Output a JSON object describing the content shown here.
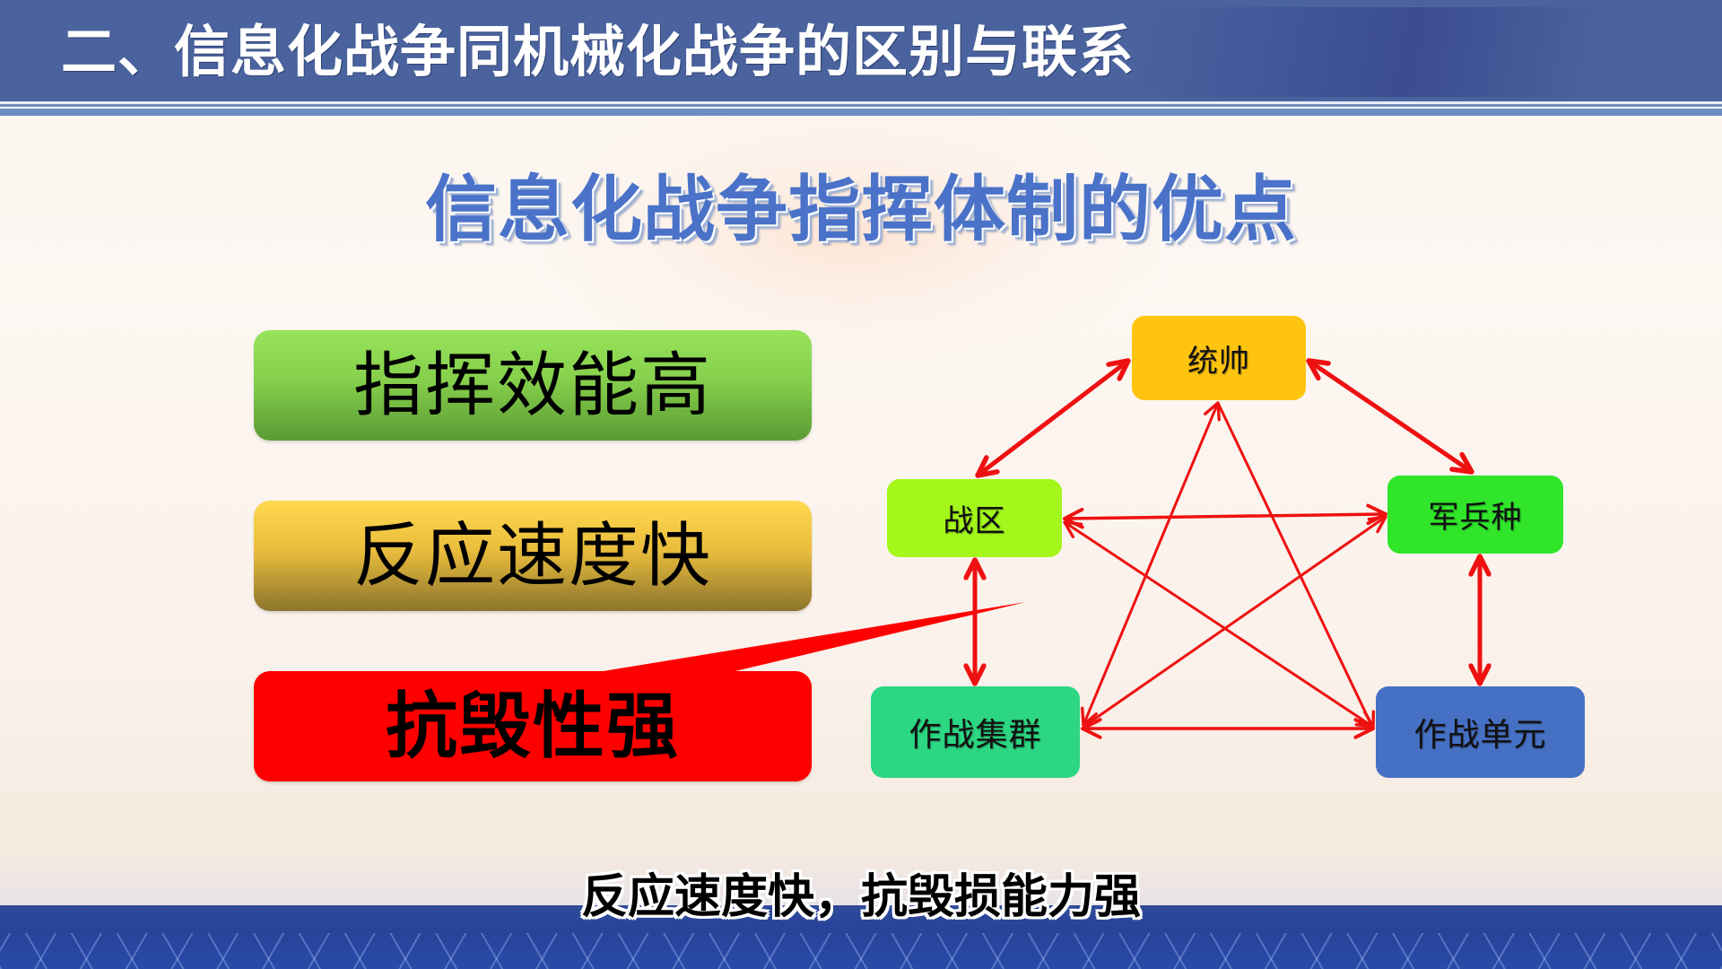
{
  "header": {
    "title": "二、信息化战争同机械化战争的区别与联系",
    "band_color": "#4a639e"
  },
  "subtitle": "信息化战争指挥体制的优点",
  "features": [
    {
      "label": "指挥效能高",
      "color": "#86d04c"
    },
    {
      "label": "反应速度快",
      "color": "#e9bd3c"
    },
    {
      "label": "抗毁性强",
      "color": "#ff0000",
      "highlighted": true
    }
  ],
  "diagram": {
    "nodes": [
      {
        "id": "commander",
        "label": "统帅",
        "color": "#ffc40f"
      },
      {
        "id": "theater",
        "label": "战区",
        "color": "#a3f71b"
      },
      {
        "id": "services",
        "label": "军兵种",
        "color": "#30e52a"
      },
      {
        "id": "group",
        "label": "作战集群",
        "color": "#2cd682"
      },
      {
        "id": "unit",
        "label": "作战单元",
        "color": "#4670c4"
      }
    ],
    "edges": [
      {
        "from": "commander",
        "to": "theater",
        "bidirectional": true
      },
      {
        "from": "commander",
        "to": "services",
        "bidirectional": true
      },
      {
        "from": "theater",
        "to": "services",
        "bidirectional": true
      },
      {
        "from": "theater",
        "to": "group",
        "bidirectional": true
      },
      {
        "from": "services",
        "to": "unit",
        "bidirectional": true
      },
      {
        "from": "group",
        "to": "unit",
        "bidirectional": true
      },
      {
        "from": "commander",
        "to": "group",
        "bidirectional": true
      },
      {
        "from": "commander",
        "to": "unit",
        "bidirectional": true
      },
      {
        "from": "theater",
        "to": "unit",
        "bidirectional": true
      },
      {
        "from": "services",
        "to": "group",
        "bidirectional": true
      }
    ],
    "arrow_color": "#ee1111"
  },
  "caption": "反应速度快，抗毁损能力强"
}
